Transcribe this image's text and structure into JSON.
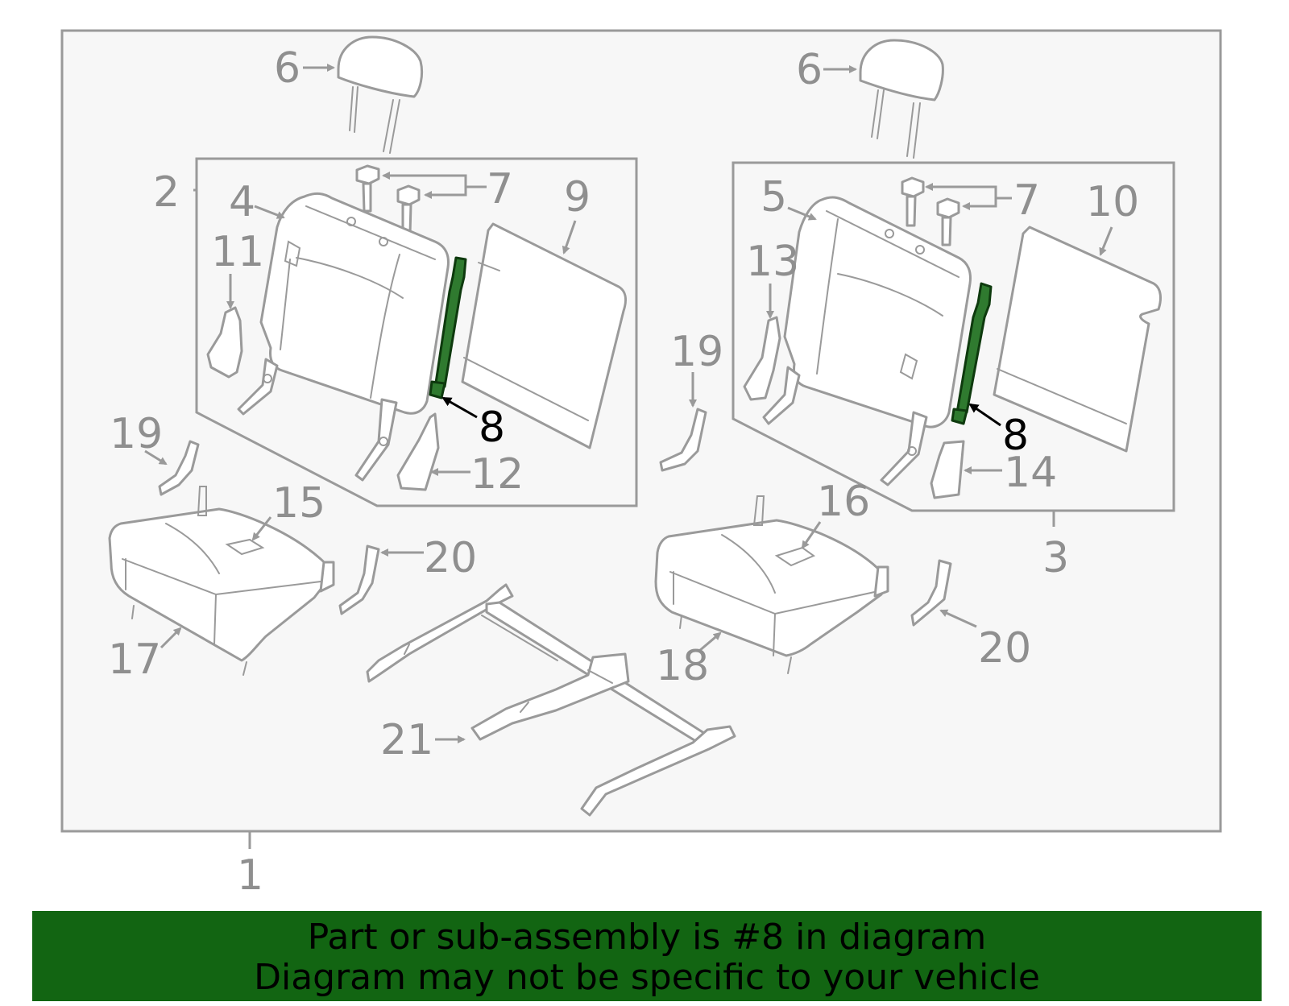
{
  "diagram": {
    "highlighted_part": "8",
    "colors": {
      "frame_fill": "#f7f7f7",
      "outline": "#9a9a9a",
      "highlight": "#2f7a2f",
      "banner": "#126512"
    },
    "callouts": {
      "c1": "1",
      "c2": "2",
      "c3": "3",
      "c4": "4",
      "c5": "5",
      "c6a": "6",
      "c6b": "6",
      "c7a": "7",
      "c7b": "7",
      "c8a": "8",
      "c8b": "8",
      "c9": "9",
      "c10": "10",
      "c11": "11",
      "c12": "12",
      "c13": "13",
      "c14": "14",
      "c15": "15",
      "c16": "16",
      "c17": "17",
      "c18": "18",
      "c19a": "19",
      "c19b": "19",
      "c20a": "20",
      "c20b": "20",
      "c21": "21"
    }
  },
  "banner": {
    "line1": "Part or sub-assembly is #8 in diagram",
    "line2": "Diagram may not be specific to your vehicle"
  }
}
